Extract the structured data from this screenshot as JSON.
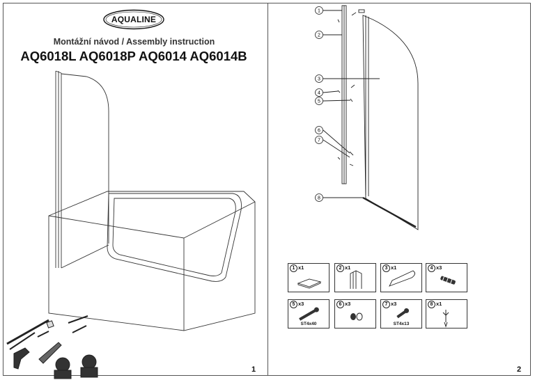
{
  "brand": "AQUALINE",
  "subtitle": "Montážní návod / Assembly instruction",
  "models": "AQ6018L AQ6018P AQ6014 AQ6014B",
  "page1_number": "1",
  "page2_number": "2",
  "callouts": [
    "1",
    "2",
    "3",
    "4",
    "5",
    "6",
    "7",
    "8"
  ],
  "parts": [
    {
      "num": "1",
      "qty": "x1",
      "label": "",
      "icon": "shelf-icon"
    },
    {
      "num": "2",
      "qty": "x1",
      "label": "",
      "icon": "wall-profile-icon"
    },
    {
      "num": "3",
      "qty": "x1",
      "label": "",
      "icon": "glass-panel-icon"
    },
    {
      "num": "4",
      "qty": "x3",
      "label": "",
      "icon": "wall-plug-icon"
    },
    {
      "num": "5",
      "qty": "x3",
      "label": "ST4x40",
      "icon": "screw-long-icon"
    },
    {
      "num": "6",
      "qty": "x3",
      "label": "",
      "icon": "cap-icon"
    },
    {
      "num": "7",
      "qty": "x3",
      "label": "ST4x13",
      "icon": "screw-short-icon"
    },
    {
      "num": "8",
      "qty": "x1",
      "label": "",
      "icon": "seal-strip-icon"
    }
  ]
}
